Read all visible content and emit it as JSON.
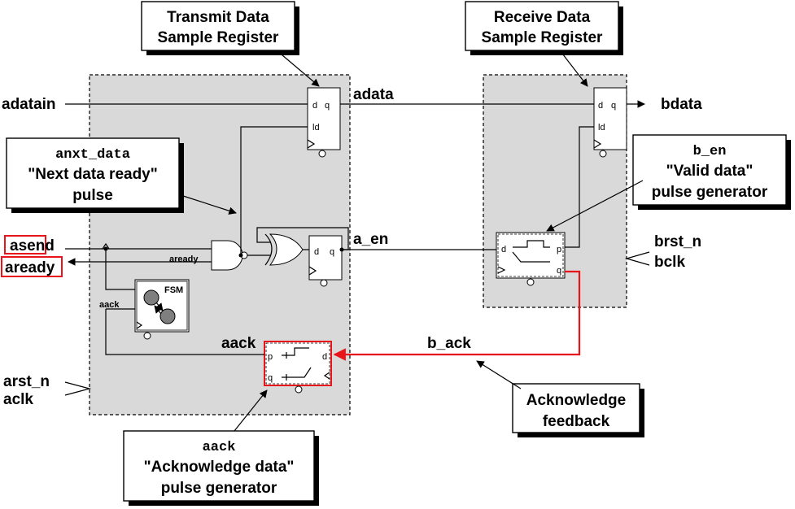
{
  "callouts": {
    "transmit": [
      "Transmit Data",
      "Sample Register"
    ],
    "receive": [
      "Receive Data",
      "Sample Register"
    ],
    "anxt": {
      "code": "anxt_data",
      "line1": "\"Next data ready\"",
      "line2": "pulse"
    },
    "ben": {
      "code": "b_en",
      "line1": "\"Valid data\"",
      "line2": "pulse generator"
    },
    "aack": {
      "code": "aack",
      "line1": "\"Acknowledge data\"",
      "line2": "pulse generator"
    },
    "ackfb": [
      "Acknowledge",
      "feedback"
    ]
  },
  "signals": {
    "adatain": "adatain",
    "adata": "adata",
    "bdata": "bdata",
    "a_en": "a_en",
    "asend": "asend",
    "aready": "aready",
    "aready_int": "aready",
    "aack_int": "aack",
    "aack": "aack",
    "b_ack": "b_ack",
    "brst_n": "brst_n",
    "bclk": "bclk",
    "arst_n": "arst_n",
    "aclk": "aclk"
  },
  "pins": {
    "d": "d",
    "q": "q",
    "ld": "ld",
    "p": "p",
    "fsm": "FSM"
  },
  "colors": {
    "highlight": "#e8141a",
    "domain_fill": "#d9d9d9"
  }
}
